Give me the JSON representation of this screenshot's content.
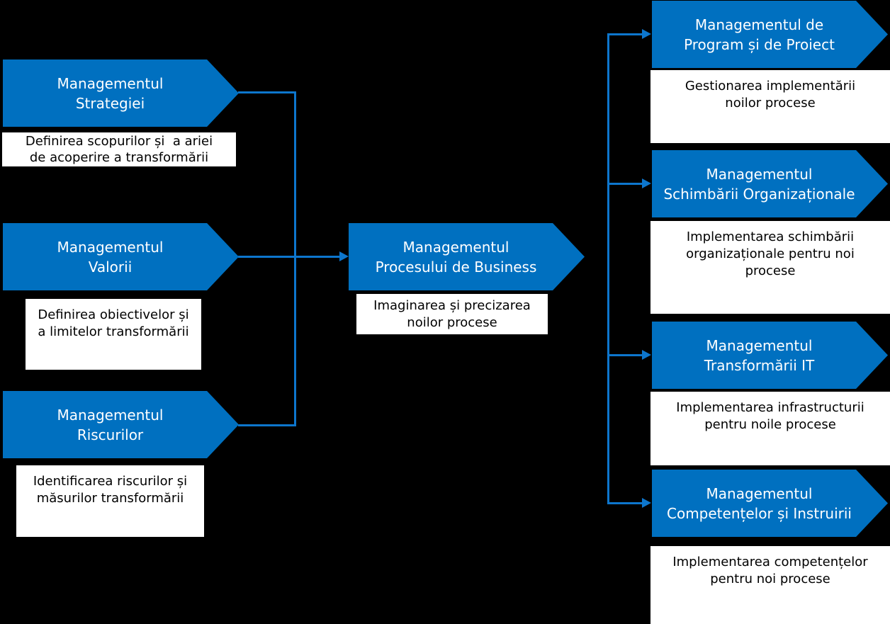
{
  "colors": {
    "background": "#000000",
    "arrow_fill": "#0070C0",
    "connector": "#0D76CD",
    "arrow_text": "#FFFFFF",
    "desc_background": "#FFFFFF",
    "desc_text": "#000000"
  },
  "diagram": {
    "left_column": [
      {
        "title": "Managementul\nStrategiei",
        "description": "Definirea scopurilor și  a ariei\nde acoperire a transformării"
      },
      {
        "title": "Managementul\nValorii",
        "description": "Definirea obiectivelor și\na limitelor transformării"
      },
      {
        "title": "Managementul\nRiscurilor",
        "description": "Identificarea riscurilor și\nmăsurilor transformării"
      }
    ],
    "center": {
      "title": "Managementul\nProcesului de Business",
      "description": "Imaginarea și precizarea\nnoilor procese"
    },
    "right_column": [
      {
        "title": "Managementul de\nProgram și de Proiect",
        "description": "Gestionarea implementării\nnoilor procese"
      },
      {
        "title": "Managementul\nSchimbării Organizaționale",
        "description": "Implementarea schimbării\norganizaționale pentru noi\nprocese"
      },
      {
        "title": "Managementul\nTransformării IT",
        "description": "Implementarea infrastructurii\npentru noile procese"
      },
      {
        "title": "Managementul\nCompetențelor și Instruirii",
        "description": "Implementarea competențelor\npentru noi procese"
      }
    ]
  }
}
